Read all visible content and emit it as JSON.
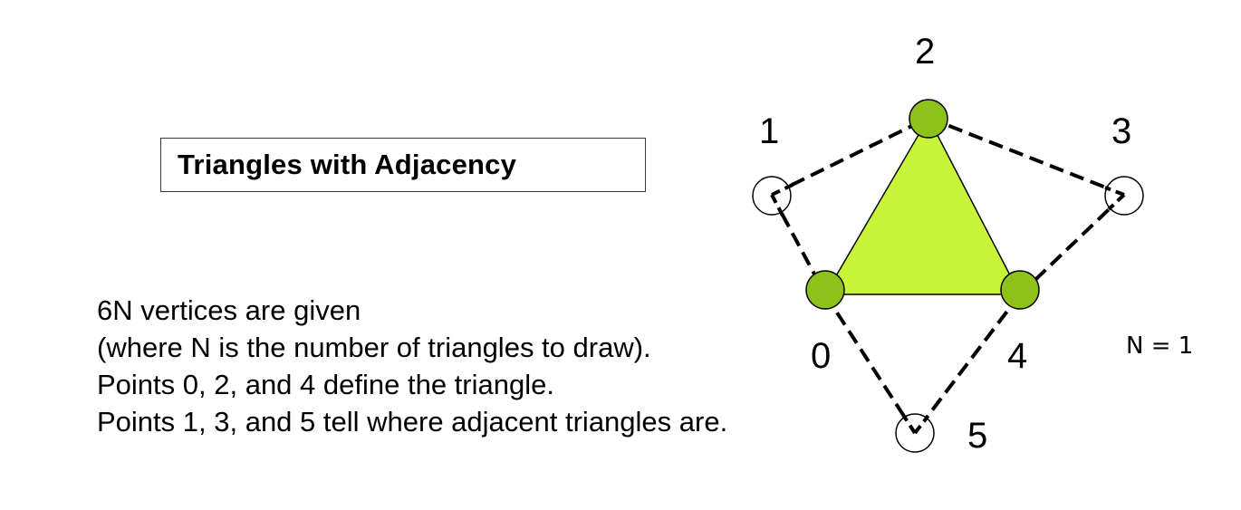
{
  "title": "Triangles with Adjacency",
  "description": [
    "6N vertices are given",
    "(where N is the number of triangles to draw).",
    "Points 0, 2, and 4 define the triangle.",
    "Points 1, 3, and 5 tell where adjacent triangles are."
  ],
  "diagram": {
    "vertex_labels": [
      "0",
      "1",
      "2",
      "3",
      "4",
      "5"
    ],
    "n_label": "N = 1",
    "colors": {
      "triangle_fill": "#c8f53a",
      "triangle_vertex_fill": "#8cc21a",
      "adjacent_vertex_fill": "#ffffff",
      "outline": "#000000"
    }
  }
}
